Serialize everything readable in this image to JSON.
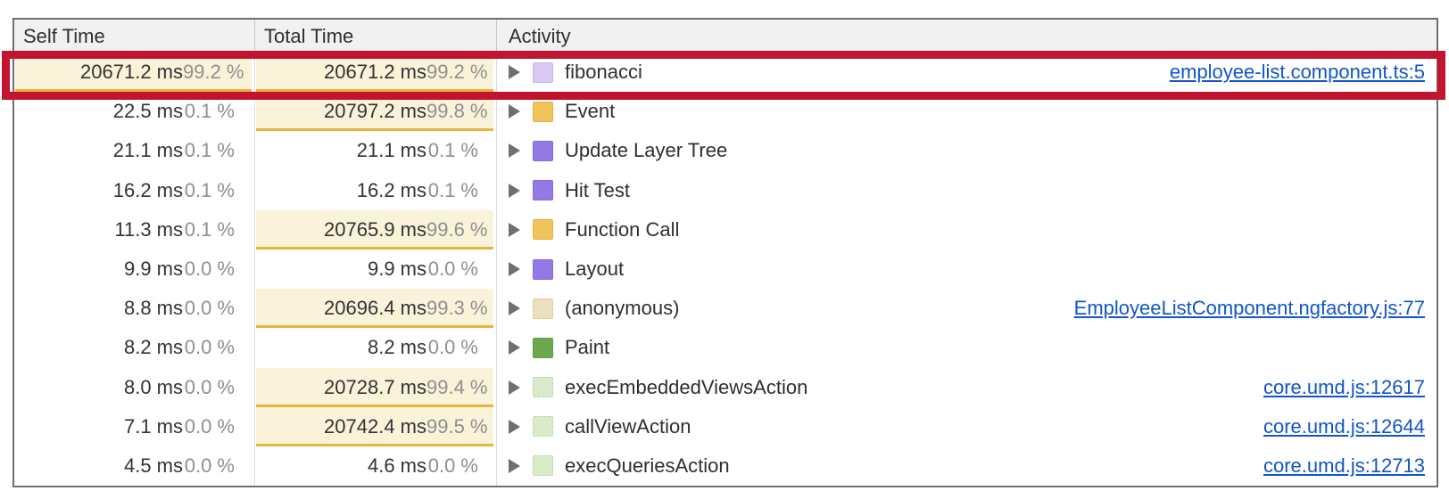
{
  "header": {
    "self_time": "Self Time",
    "total_time": "Total Time",
    "activity": "Activity"
  },
  "colors": {
    "heat_background": "#fbf2da",
    "heat_underline": "#e7b43c",
    "link_blue": "#1155cc",
    "annotation_red": "#c2142f",
    "header_background": "#f1f1f1",
    "swatch_scripting_yellow": "#f0c35b",
    "swatch_rendering_purple": "#9379e6",
    "swatch_painting_green": "#6ba84f"
  },
  "annotation": {
    "description": "red highlight box around fibonacci row",
    "color": "#c2142f"
  },
  "rows": [
    {
      "label": "fibonacci",
      "self": {
        "ms": "20671.2 ms",
        "pct": "99.2 %",
        "heat": true
      },
      "total": {
        "ms": "20671.2 ms",
        "pct": "99.2 %",
        "heat": true
      },
      "icon": {
        "name": "js-frame-swatch",
        "fill": "#d9c9f2",
        "border": "#cbb9ea",
        "dashed": false
      },
      "link": "employee-list.component.ts:5",
      "annotated": true
    },
    {
      "label": "Event",
      "self": {
        "ms": "22.5 ms",
        "pct": "0.1 %",
        "heat": false
      },
      "total": {
        "ms": "20797.2 ms",
        "pct": "99.8 %",
        "heat": true
      },
      "icon": {
        "name": "scripting-swatch",
        "fill": "#f0c35b",
        "border": "#e4b448",
        "dashed": false
      },
      "link": "",
      "annotated": false
    },
    {
      "label": "Update Layer Tree",
      "self": {
        "ms": "21.1 ms",
        "pct": "0.1 %",
        "heat": false
      },
      "total": {
        "ms": "21.1 ms",
        "pct": "0.1 %",
        "heat": false
      },
      "icon": {
        "name": "rendering-swatch",
        "fill": "#9379e6",
        "border": "#8669dd",
        "dashed": false
      },
      "link": "",
      "annotated": false
    },
    {
      "label": "Hit Test",
      "self": {
        "ms": "16.2 ms",
        "pct": "0.1 %",
        "heat": false
      },
      "total": {
        "ms": "16.2 ms",
        "pct": "0.1 %",
        "heat": false
      },
      "icon": {
        "name": "rendering-swatch",
        "fill": "#9379e6",
        "border": "#8669dd",
        "dashed": false
      },
      "link": "",
      "annotated": false
    },
    {
      "label": "Function Call",
      "self": {
        "ms": "11.3 ms",
        "pct": "0.1 %",
        "heat": false
      },
      "total": {
        "ms": "20765.9 ms",
        "pct": "99.6 %",
        "heat": true
      },
      "icon": {
        "name": "scripting-swatch",
        "fill": "#f0c35b",
        "border": "#e4b448",
        "dashed": false
      },
      "link": "",
      "annotated": false
    },
    {
      "label": "Layout",
      "self": {
        "ms": "9.9 ms",
        "pct": "0.0 %",
        "heat": false
      },
      "total": {
        "ms": "9.9 ms",
        "pct": "0.0 %",
        "heat": false
      },
      "icon": {
        "name": "rendering-swatch",
        "fill": "#9379e6",
        "border": "#8669dd",
        "dashed": false
      },
      "link": "",
      "annotated": false
    },
    {
      "label": "(anonymous)",
      "self": {
        "ms": "8.8 ms",
        "pct": "0.0 %",
        "heat": false
      },
      "total": {
        "ms": "20696.4 ms",
        "pct": "99.3 %",
        "heat": true
      },
      "icon": {
        "name": "anonymous-frame-swatch",
        "fill": "#ebdfbd",
        "border": "#d6c491",
        "dashed": true
      },
      "link": "EmployeeListComponent.ngfactory.js:77",
      "annotated": false
    },
    {
      "label": "Paint",
      "self": {
        "ms": "8.2 ms",
        "pct": "0.0 %",
        "heat": false
      },
      "total": {
        "ms": "8.2 ms",
        "pct": "0.0 %",
        "heat": false
      },
      "icon": {
        "name": "painting-swatch",
        "fill": "#6ba84f",
        "border": "#5f9a45",
        "dashed": false
      },
      "link": "",
      "annotated": false
    },
    {
      "label": "execEmbeddedViewsAction",
      "self": {
        "ms": "8.0 ms",
        "pct": "0.0 %",
        "heat": false
      },
      "total": {
        "ms": "20728.7 ms",
        "pct": "99.4 %",
        "heat": true
      },
      "icon": {
        "name": "js-frame-swatch",
        "fill": "#d9ebc9",
        "border": "#b7d5a0",
        "dashed": true
      },
      "link": "core.umd.js:12617",
      "annotated": false
    },
    {
      "label": "callViewAction",
      "self": {
        "ms": "7.1 ms",
        "pct": "0.0 %",
        "heat": false
      },
      "total": {
        "ms": "20742.4 ms",
        "pct": "99.5 %",
        "heat": true
      },
      "icon": {
        "name": "js-frame-swatch",
        "fill": "#d9ebc9",
        "border": "#b7d5a0",
        "dashed": true
      },
      "link": "core.umd.js:12644",
      "annotated": false
    },
    {
      "label": "execQueriesAction",
      "self": {
        "ms": "4.5 ms",
        "pct": "0.0 %",
        "heat": false
      },
      "total": {
        "ms": "4.6 ms",
        "pct": "0.0 %",
        "heat": false
      },
      "icon": {
        "name": "js-frame-swatch",
        "fill": "#d9ebc9",
        "border": "#b7d5a0",
        "dashed": true
      },
      "link": "core.umd.js:12713",
      "annotated": false
    }
  ]
}
